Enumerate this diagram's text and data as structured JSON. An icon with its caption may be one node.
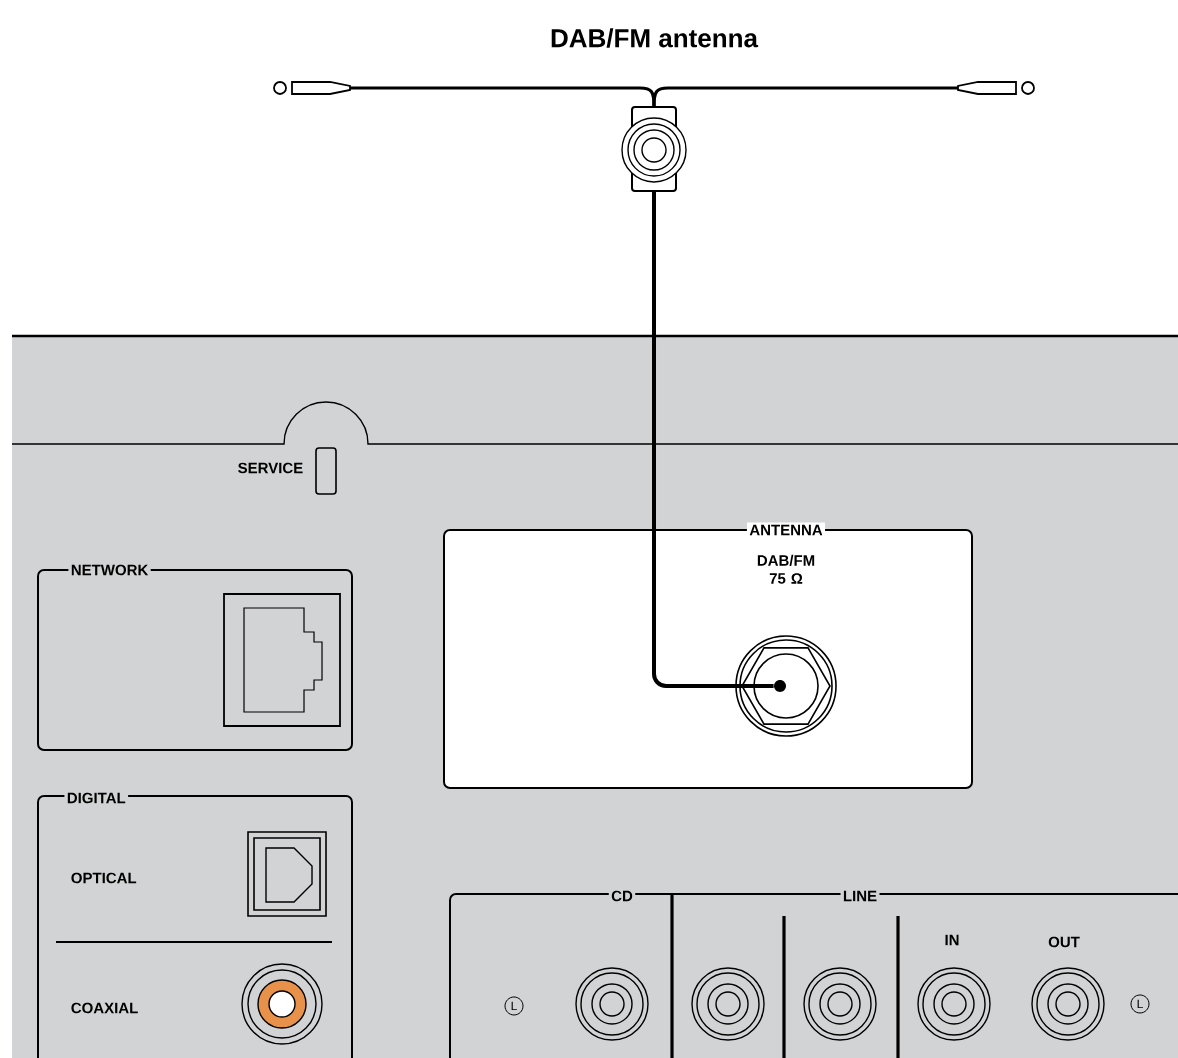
{
  "diagram": {
    "nodes": [
      {
        "text": [],
        "shape": "picture",
        "beside": [
          "DAB/FM antenna"
        ]
      },
      {
        "text": [
          "ANTENNA",
          "DAB/FM 75 Ω"
        ]
      },
      {
        "text": [],
        "shape": "circle",
        "in": 1
      },
      {
        "text": [
          "NETWORK"
        ]
      },
      {
        "text": [
          "DIGITAL",
          "OPTICAL",
          "COAXIAL"
        ]
      },
      {
        "text": [
          "CD",
          "LINE",
          "IN",
          "OUT"
        ]
      }
    ],
    "edges": [
      {
        "from": 0,
        "to": 2,
        "arrow": "none"
      }
    ],
    "labels": [
      "SERVICE",
      "L",
      "L"
    ]
  }
}
